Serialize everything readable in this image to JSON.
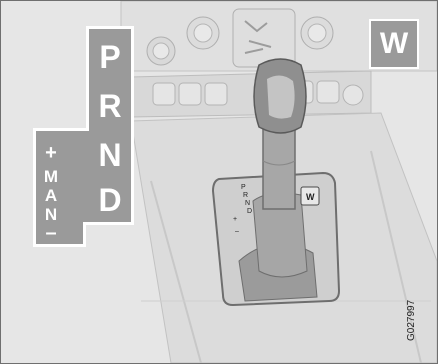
{
  "gate": {
    "main_positions": [
      "P",
      "R",
      "N",
      "D"
    ],
    "manual_positions": [
      "+",
      "M",
      "A",
      "N",
      "–"
    ]
  },
  "winter_button": {
    "label": "W"
  },
  "console_markings": {
    "positions": [
      "P",
      "R",
      "N",
      "D"
    ],
    "manual": [
      "+",
      "–"
    ],
    "button_label": "W"
  },
  "figure_code": "G027997"
}
